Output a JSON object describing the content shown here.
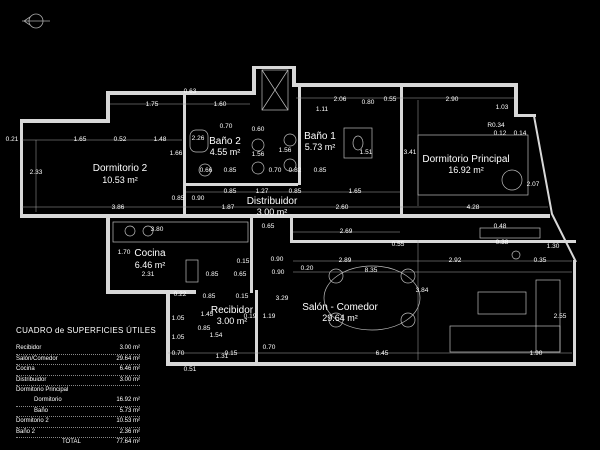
{
  "rooms": [
    {
      "id": "dormitorio2",
      "name": "Dormitorio 2",
      "area": "10.53 m²"
    },
    {
      "id": "bano2",
      "name": "Baño 2",
      "area": "4.55 m²"
    },
    {
      "id": "bano1",
      "name": "Baño 1",
      "area": "5.73 m²"
    },
    {
      "id": "dormitorio-principal",
      "name": "Dormitorio Principal",
      "area": "16.92 m²"
    },
    {
      "id": "distribuidor",
      "name": "Distribuidor",
      "area": "3.00 m²"
    },
    {
      "id": "cocina",
      "name": "Cocina",
      "area": "6.46 m²"
    },
    {
      "id": "recibidor",
      "name": "Recibidor",
      "area": "3.00 m²"
    },
    {
      "id": "salon",
      "name": "Salón - Comedor",
      "area": "29.64 m²"
    }
  ],
  "dimensions": [
    "0.21",
    "1.65",
    "0.52",
    "1.48",
    "2.33",
    "1.75",
    "0.63",
    "1.60",
    "2.26",
    "0.70",
    "0.60",
    "1.56",
    "1.66",
    "0.66",
    "0.85",
    "1.56",
    "0.70",
    "0.82",
    "0.85",
    "0.85",
    "1.27",
    "0.85",
    "1.65",
    "1.11",
    "2.06",
    "0.80",
    "0.55",
    "2.90",
    "1.03",
    "R0.34",
    "0.12",
    "0.14",
    "3.41",
    "2.07",
    "1.51",
    "3.86",
    "0.85",
    "0.90",
    "1.87",
    "2.60",
    "4.28",
    "3.80",
    "0.65",
    "2.69",
    "0.55",
    "0.48",
    "0.38",
    "1.30",
    "1.70",
    "0.90",
    "2.89",
    "0.20",
    "2.92",
    "0.35",
    "0.15",
    "0.90",
    "8.35",
    "2.31",
    "0.85",
    "0.65",
    "3.84",
    "0.22",
    "0.85",
    "0.15",
    "3.29",
    "2.55",
    "1.05",
    "1.45",
    "0.19",
    "1.19",
    "0.85",
    "1.54",
    "1.05",
    "0.70",
    "0.15",
    "0.70",
    "6.45",
    "1.90",
    "0.51",
    "1.31"
  ],
  "summary": {
    "title": "CUADRO de SUPERFICIES ÚTILES",
    "rows": [
      {
        "label": "Recibidor",
        "value": "3.00 m²",
        "style": "normal"
      },
      {
        "label": "Salón/Comedor",
        "value": "29.64 m²",
        "style": "normal"
      },
      {
        "label": "Cocina",
        "value": "6.46 m²",
        "style": "normal"
      },
      {
        "label": "Distribuidor",
        "value": "3.00 m²",
        "style": "normal"
      },
      {
        "label": "Dormitorio Principal",
        "value": "",
        "style": "group"
      },
      {
        "label": "Dormitorio",
        "value": "16.92 m²",
        "style": "indent"
      },
      {
        "label": "Baño",
        "value": "5.73 m²",
        "style": "indent"
      },
      {
        "label": "Dormitorio 2",
        "value": "10.53 m²",
        "style": "normal"
      },
      {
        "label": "Baño 2",
        "value": "2.36 m²",
        "style": "normal"
      },
      {
        "label": "TOTAL",
        "value": "77.64 m²",
        "style": "total"
      }
    ]
  },
  "colors": {
    "background": "#000000",
    "wall": "#d8d8d8",
    "fixture": "#bdbdbd",
    "text": "#ffffff"
  }
}
